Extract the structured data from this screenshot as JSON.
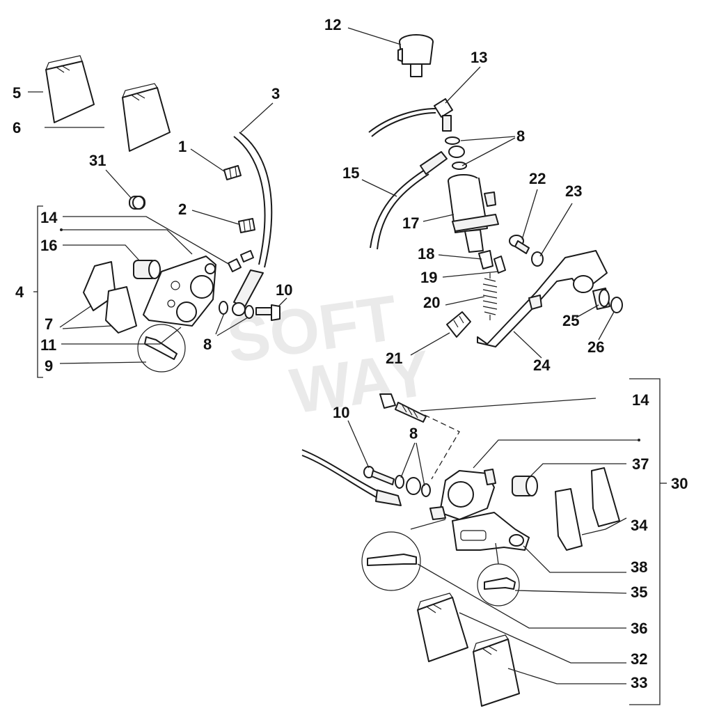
{
  "watermark": {
    "line1": "SOFT",
    "line2": "WAY"
  },
  "labels": {
    "l1": "1",
    "l2": "2",
    "l3": "3",
    "l4": "4",
    "l5": "5",
    "l6": "6",
    "l7": "7",
    "l8a": "8",
    "l8b": "8",
    "l8c": "8",
    "l9": "9",
    "l10a": "10",
    "l10b": "10",
    "l11": "11",
    "l12": "12",
    "l13": "13",
    "l14a": "14",
    "l14b": "14",
    "l15": "15",
    "l16": "16",
    "l17": "17",
    "l18": "18",
    "l19": "19",
    "l20": "20",
    "l21": "21",
    "l22": "22",
    "l23": "23",
    "l24": "24",
    "l25": "25",
    "l26": "26",
    "l30": "30",
    "l31": "31",
    "l32": "32",
    "l33": "33",
    "l34": "34",
    "l35": "35",
    "l36": "36",
    "l37": "37",
    "l38": "38"
  }
}
